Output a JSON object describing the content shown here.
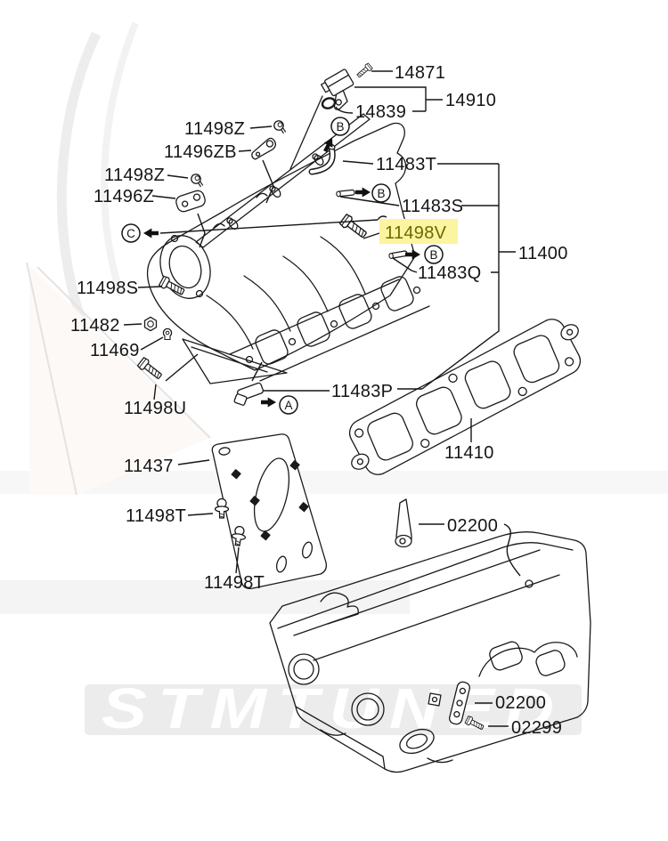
{
  "watermark": {
    "text": "STMTUNED"
  },
  "highlight": {
    "part_number": "11498V",
    "background": "#FBF4A0",
    "text_color": "#6E6A00"
  },
  "line_color": "#1A1A1A",
  "callouts": {
    "a": "A",
    "b": "B",
    "c": "C"
  },
  "parts": [
    {
      "number": "14871",
      "icon": "bolt"
    },
    {
      "number": "14910",
      "icon": "cam-sensor"
    },
    {
      "number": "14839",
      "icon": "o-ring"
    },
    {
      "number": "11498Z",
      "icon": "bolt"
    },
    {
      "number": "11496ZB",
      "icon": "bracket"
    },
    {
      "number": "11498Z",
      "icon": "bolt"
    },
    {
      "number": "11496Z",
      "icon": "bracket"
    },
    {
      "number": "11483T",
      "icon": "hose"
    },
    {
      "number": "11483S",
      "icon": "pipe"
    },
    {
      "number": "11498V",
      "icon": "bolt",
      "highlighted": true
    },
    {
      "number": "11483Q",
      "icon": "pipe"
    },
    {
      "number": "11400",
      "icon": "intake-manifold-assembly"
    },
    {
      "number": "11498S",
      "icon": "bolt"
    },
    {
      "number": "11482",
      "icon": "nut"
    },
    {
      "number": "11469",
      "icon": "stud"
    },
    {
      "number": "11498U",
      "icon": "bolt"
    },
    {
      "number": "11483P",
      "icon": "fitting"
    },
    {
      "number": "11410",
      "icon": "gasket"
    },
    {
      "number": "11437",
      "icon": "stay-bracket"
    },
    {
      "number": "11498T",
      "icon": "bolt"
    },
    {
      "number": "11498T",
      "icon": "bolt"
    },
    {
      "number": "02200",
      "icon": "dowel-pin"
    },
    {
      "number": "02200",
      "icon": "plate"
    },
    {
      "number": "02299",
      "icon": "bolt"
    }
  ]
}
